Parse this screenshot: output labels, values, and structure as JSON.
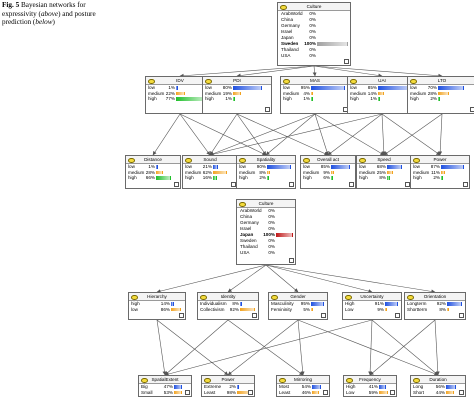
{
  "caption": {
    "fig_label": "Fig. 5",
    "text_1": " Bayesian networks for expressivity (",
    "above": "above",
    "text_2": ") and posture prediction (",
    "below": "below",
    "text_3": ")"
  },
  "colors": {
    "bar_blue": "#1f50e0",
    "bar_orange": "#f2a21e",
    "bar_green": "#1fbf2a",
    "bar_gray": "#a0a0a0",
    "bar_red": "#c01818",
    "oval_yellow": "#f5dc3c",
    "edge": "#555555"
  },
  "top_network": {
    "culture": {
      "title": "Culture",
      "states": [
        {
          "label": "ArabWorld",
          "pct": "0%"
        },
        {
          "label": "China",
          "pct": "0%"
        },
        {
          "label": "Germany",
          "pct": "0%"
        },
        {
          "label": "Israel",
          "pct": "0%"
        },
        {
          "label": "Japan",
          "pct": "0%"
        },
        {
          "label": "Sweden",
          "pct": "100%",
          "value": 1.0,
          "color": "gray",
          "bold": true
        },
        {
          "label": "Thailand",
          "pct": "0%"
        },
        {
          "label": "USA",
          "pct": "0%"
        }
      ]
    },
    "dimensions": [
      {
        "title": "IDV",
        "states": [
          {
            "label": "low",
            "pct": "1%",
            "value": 0.01,
            "color": "blue"
          },
          {
            "label": "medium",
            "pct": "22%",
            "value": 0.22,
            "color": "orange"
          },
          {
            "label": "high",
            "pct": "77%",
            "value": 0.77,
            "color": "green"
          }
        ]
      },
      {
        "title": "PDI",
        "states": [
          {
            "label": "low",
            "pct": "80%",
            "value": 0.8,
            "color": "blue"
          },
          {
            "label": "medium",
            "pct": "19%",
            "value": 0.19,
            "color": "orange"
          },
          {
            "label": "high",
            "pct": "1%",
            "value": 0.01,
            "color": "green"
          }
        ]
      },
      {
        "title": "MAS",
        "states": [
          {
            "label": "low",
            "pct": "95%",
            "value": 0.95,
            "color": "blue"
          },
          {
            "label": "medium",
            "pct": "4%",
            "value": 0.04,
            "color": "orange"
          },
          {
            "label": "high",
            "pct": "1%",
            "value": 0.01,
            "color": "green"
          }
        ]
      },
      {
        "title": "UAI",
        "states": [
          {
            "label": "low",
            "pct": "85%",
            "value": 0.85,
            "color": "blue"
          },
          {
            "label": "medium",
            "pct": "14%",
            "value": 0.14,
            "color": "orange"
          },
          {
            "label": "high",
            "pct": "1%",
            "value": 0.01,
            "color": "green"
          }
        ]
      },
      {
        "title": "LTO",
        "states": [
          {
            "label": "low",
            "pct": "70%",
            "value": 0.7,
            "color": "blue"
          },
          {
            "label": "medium",
            "pct": "28%",
            "value": 0.28,
            "color": "orange"
          },
          {
            "label": "high",
            "pct": "2%",
            "value": 0.02,
            "color": "green"
          }
        ]
      }
    ],
    "outputs": [
      {
        "title": "Distance",
        "states": [
          {
            "label": "low",
            "pct": "1%",
            "value": 0.01,
            "color": "blue"
          },
          {
            "label": "medium",
            "pct": "28%",
            "value": 0.28,
            "color": "orange"
          },
          {
            "label": "high",
            "pct": "66%",
            "value": 0.66,
            "color": "green"
          }
        ]
      },
      {
        "title": "Sound",
        "states": [
          {
            "label": "low",
            "pct": "21%",
            "value": 0.21,
            "color": "blue"
          },
          {
            "label": "medium",
            "pct": "62%",
            "value": 0.62,
            "color": "orange"
          },
          {
            "label": "high",
            "pct": "16%",
            "value": 0.16,
            "color": "green"
          }
        ]
      },
      {
        "title": "Spatiality",
        "states": [
          {
            "label": "low",
            "pct": "90%",
            "value": 0.9,
            "color": "blue"
          },
          {
            "label": "medium",
            "pct": "8%",
            "value": 0.08,
            "color": "orange"
          },
          {
            "label": "high",
            "pct": "2%",
            "value": 0.02,
            "color": "green"
          }
        ]
      },
      {
        "title": "Overall act",
        "states": [
          {
            "label": "low",
            "pct": "85%",
            "value": 0.85,
            "color": "blue"
          },
          {
            "label": "medium",
            "pct": "9%",
            "value": 0.09,
            "color": "orange"
          },
          {
            "label": "high",
            "pct": "6%",
            "value": 0.06,
            "color": "green"
          }
        ]
      },
      {
        "title": "Speed",
        "states": [
          {
            "label": "low",
            "pct": "68%",
            "value": 0.68,
            "color": "blue"
          },
          {
            "label": "medium",
            "pct": "25%",
            "value": 0.25,
            "color": "orange"
          },
          {
            "label": "high",
            "pct": "8%",
            "value": 0.08,
            "color": "green"
          }
        ]
      },
      {
        "title": "Power",
        "states": [
          {
            "label": "low",
            "pct": "87%",
            "value": 0.87,
            "color": "blue"
          },
          {
            "label": "medium",
            "pct": "11%",
            "value": 0.11,
            "color": "orange"
          },
          {
            "label": "high",
            "pct": "2%",
            "value": 0.02,
            "color": "green"
          }
        ]
      }
    ]
  },
  "bottom_network": {
    "culture": {
      "title": "Culture",
      "states": [
        {
          "label": "ArabWorld",
          "pct": "0%"
        },
        {
          "label": "China",
          "pct": "0%"
        },
        {
          "label": "Germany",
          "pct": "0%"
        },
        {
          "label": "Israel",
          "pct": "0%"
        },
        {
          "label": "Japan",
          "pct": "100%",
          "value": 1.0,
          "color": "red",
          "bold": true
        },
        {
          "label": "Sweden",
          "pct": "0%"
        },
        {
          "label": "Thailand",
          "pct": "0%"
        },
        {
          "label": "USA",
          "pct": "0%"
        }
      ]
    },
    "dimensions": [
      {
        "title": "Hierarchy",
        "states": [
          {
            "label": "high",
            "pct": "14%",
            "value": 0.14,
            "color": "blue"
          },
          {
            "label": "low",
            "pct": "86%",
            "value": 0.86,
            "color": "orange"
          }
        ]
      },
      {
        "title": "Identity",
        "states": [
          {
            "label": "Individualism",
            "pct": "8%",
            "value": 0.08,
            "color": "blue"
          },
          {
            "label": "Collectivism",
            "pct": "92%",
            "value": 0.92,
            "color": "orange"
          }
        ]
      },
      {
        "title": "Gender",
        "states": [
          {
            "label": "Masculinity",
            "pct": "95%",
            "value": 0.95,
            "color": "blue"
          },
          {
            "label": "Femininity",
            "pct": "5%",
            "value": 0.05,
            "color": "orange"
          }
        ]
      },
      {
        "title": "Uncertainty",
        "states": [
          {
            "label": "High",
            "pct": "91%",
            "value": 0.91,
            "color": "blue"
          },
          {
            "label": "Low",
            "pct": "9%",
            "value": 0.09,
            "color": "orange"
          }
        ]
      },
      {
        "title": "Orientation",
        "states": [
          {
            "label": "Longterm",
            "pct": "92%",
            "value": 0.92,
            "color": "blue"
          },
          {
            "label": "Shortterm",
            "pct": "8%",
            "value": 0.08,
            "color": "orange"
          }
        ]
      }
    ],
    "outputs": [
      {
        "title": "SpatialExtent",
        "states": [
          {
            "label": "Big",
            "pct": "47%",
            "value": 0.47,
            "color": "blue"
          },
          {
            "label": "Small",
            "pct": "53%",
            "value": 0.53,
            "color": "orange"
          }
        ]
      },
      {
        "title": "Power",
        "states": [
          {
            "label": "Extreme",
            "pct": "2%",
            "value": 0.02,
            "color": "blue"
          },
          {
            "label": "Least",
            "pct": "98%",
            "value": 0.98,
            "color": "orange"
          }
        ]
      },
      {
        "title": "Mirroring",
        "states": [
          {
            "label": "Most",
            "pct": "54%",
            "value": 0.54,
            "color": "blue"
          },
          {
            "label": "Least",
            "pct": "46%",
            "value": 0.46,
            "color": "orange"
          }
        ]
      },
      {
        "title": "Frequency",
        "states": [
          {
            "label": "High",
            "pct": "41%",
            "value": 0.41,
            "color": "blue"
          },
          {
            "label": "Low",
            "pct": "59%",
            "value": 0.59,
            "color": "orange"
          }
        ]
      },
      {
        "title": "Duration",
        "states": [
          {
            "label": "Long",
            "pct": "56%",
            "value": 0.56,
            "color": "blue"
          },
          {
            "label": "Short",
            "pct": "44%",
            "value": 0.44,
            "color": "orange"
          }
        ]
      }
    ]
  }
}
